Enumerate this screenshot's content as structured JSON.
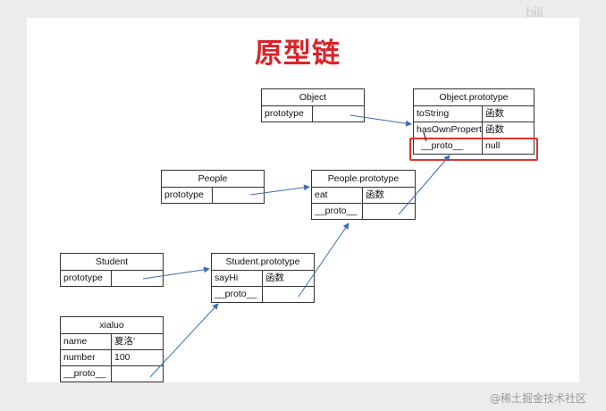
{
  "title": "原型链",
  "brand_logo": "bili",
  "watermark": "@稀土掘金技术社区",
  "colors": {
    "title": "#d8232a",
    "arrow": "#3b6db6",
    "highlight": "#e0342c"
  },
  "boxes": {
    "object": {
      "header": "Object",
      "rows": [
        {
          "key": "prototype",
          "value": ""
        }
      ]
    },
    "object_prototype": {
      "header": "Object.prototype",
      "rows": [
        {
          "key": "toString",
          "value": "函数"
        },
        {
          "key": "hasOwnProperty",
          "value": "函数"
        },
        {
          "key": "__proto__",
          "value": "null"
        }
      ]
    },
    "people": {
      "header": "People",
      "rows": [
        {
          "key": "prototype",
          "value": ""
        }
      ]
    },
    "people_prototype": {
      "header": "People.prototype",
      "rows": [
        {
          "key": "eat",
          "value": "函数"
        },
        {
          "key": "__proto__",
          "value": ""
        }
      ]
    },
    "student": {
      "header": "Student",
      "rows": [
        {
          "key": "prototype",
          "value": ""
        }
      ]
    },
    "student_prototype": {
      "header": "Student.prototype",
      "rows": [
        {
          "key": "sayHi",
          "value": "函数"
        },
        {
          "key": "__proto__",
          "value": ""
        }
      ]
    },
    "xialuo": {
      "header": "xialuo",
      "rows": [
        {
          "key": "name",
          "value": "夏洛'"
        },
        {
          "key": "number",
          "value": "100"
        },
        {
          "key": "__proto__",
          "value": ""
        }
      ]
    }
  }
}
